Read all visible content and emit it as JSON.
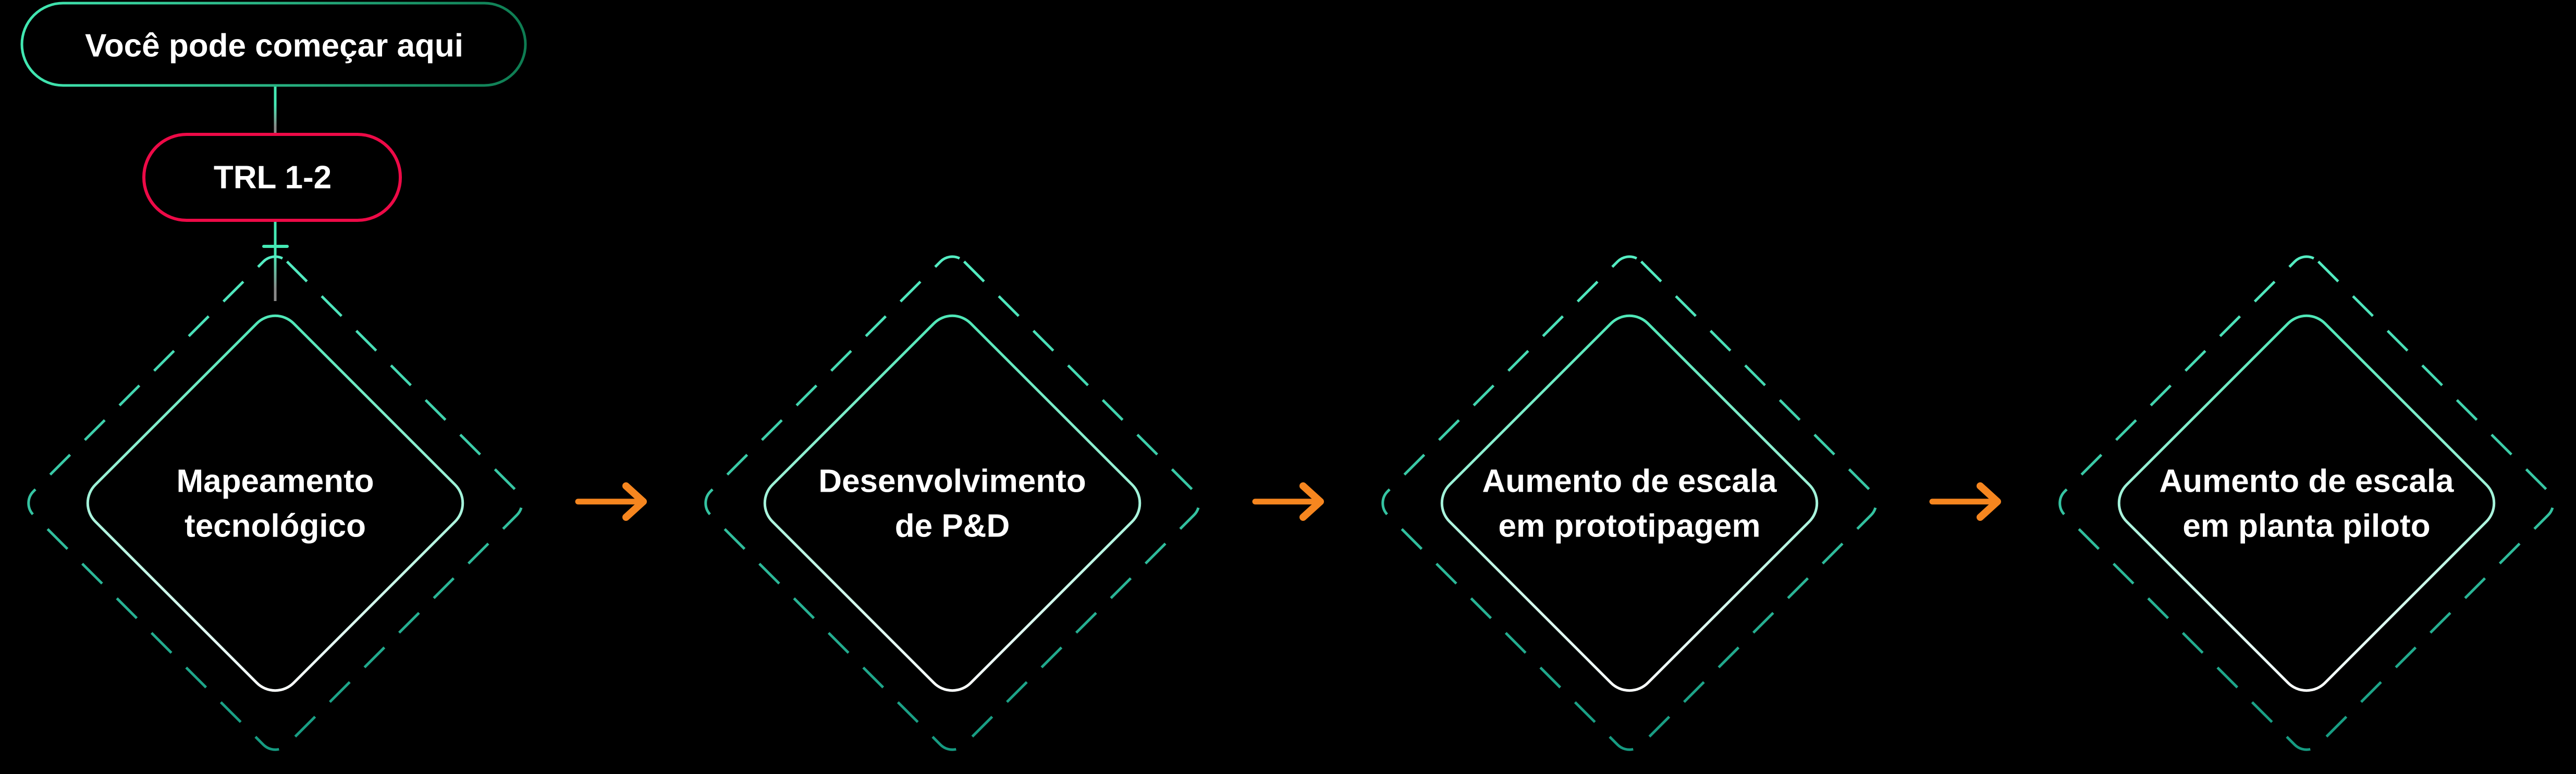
{
  "diagram": {
    "start_badge": "Você pode começar aqui",
    "trl_badge": "TRL 1-2",
    "steps": [
      {
        "line1": "Mapeamento",
        "line2": "tecnológico"
      },
      {
        "line1": "Desenvolvimento",
        "line2": "de P&D"
      },
      {
        "line1": "Aumento de escala",
        "line2": "em prototipagem"
      },
      {
        "line1": "Aumento de escala",
        "line2": "em planta piloto"
      }
    ]
  },
  "colors": {
    "background": "#000000",
    "badge_green_left": "#42E8B2",
    "badge_green_right": "#0E7C52",
    "trl_red": "#ED0A47",
    "dash_teal_light": "#55EEC3",
    "dash_teal_dark": "#159980",
    "inner_teal": "#4AE6B5",
    "inner_white": "#FFFFFF",
    "arrow_orange": "#F6861F",
    "connector_teal": "#45E9B4",
    "connector_gray": "#8A8A8A",
    "text_white": "#FFFFFF"
  }
}
